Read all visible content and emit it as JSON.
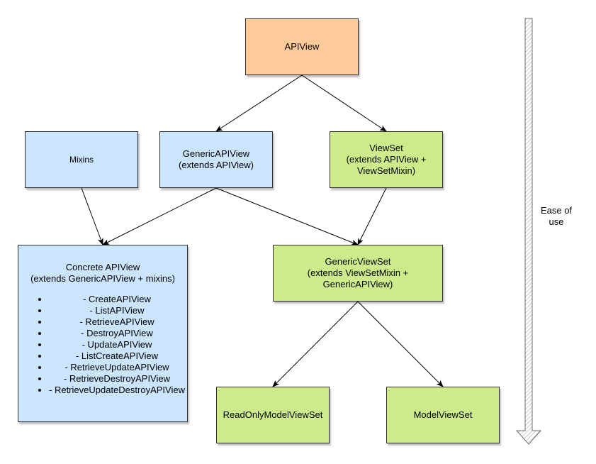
{
  "nodes": {
    "apiview": {
      "label": "APIView"
    },
    "mixins": {
      "label": "Mixins"
    },
    "generic_apiview": {
      "lines": [
        "GenericAPIView",
        "(extends APIView)"
      ]
    },
    "viewset": {
      "lines": [
        "ViewSet",
        "(extends APIView +",
        "ViewSetMixin)"
      ]
    },
    "concrete_apiview": {
      "lines": [
        "Concrete APIView",
        "(extends GenericAPIView + mixins)"
      ],
      "items": [
        "- CreateAPIView",
        "- ListAPIView",
        "- RetrieveAPIView",
        "- DestroyAPIView",
        "- UpdateAPIView",
        "- ListCreateAPIView",
        "- RetrieveUpdateAPIView",
        "- RetrieveDestroyAPIView",
        "- RetrieveUpdateDestroyAPIView"
      ]
    },
    "generic_viewset": {
      "lines": [
        "GenericViewSet",
        "(extends ViewSetMixin +",
        "GenericAPIView)"
      ]
    },
    "readonly_model_viewset": {
      "label": "ReadOnlyModelViewSet"
    },
    "model_viewset": {
      "label": "ModelViewSet"
    }
  },
  "edges": [
    [
      "apiview",
      "generic_apiview"
    ],
    [
      "apiview",
      "viewset"
    ],
    [
      "mixins",
      "concrete_apiview"
    ],
    [
      "generic_apiview",
      "concrete_apiview"
    ],
    [
      "generic_apiview",
      "generic_viewset"
    ],
    [
      "viewset",
      "generic_viewset"
    ],
    [
      "generic_viewset",
      "readonly_model_viewset"
    ],
    [
      "generic_viewset",
      "model_viewset"
    ]
  ],
  "ease_of_use": {
    "lines": [
      "Ease of",
      "use"
    ]
  },
  "colors": {
    "blue": "#cce5ff",
    "green": "#cdeb8b",
    "orange": "#ffcc99",
    "stroke": "#2e2e2e"
  }
}
